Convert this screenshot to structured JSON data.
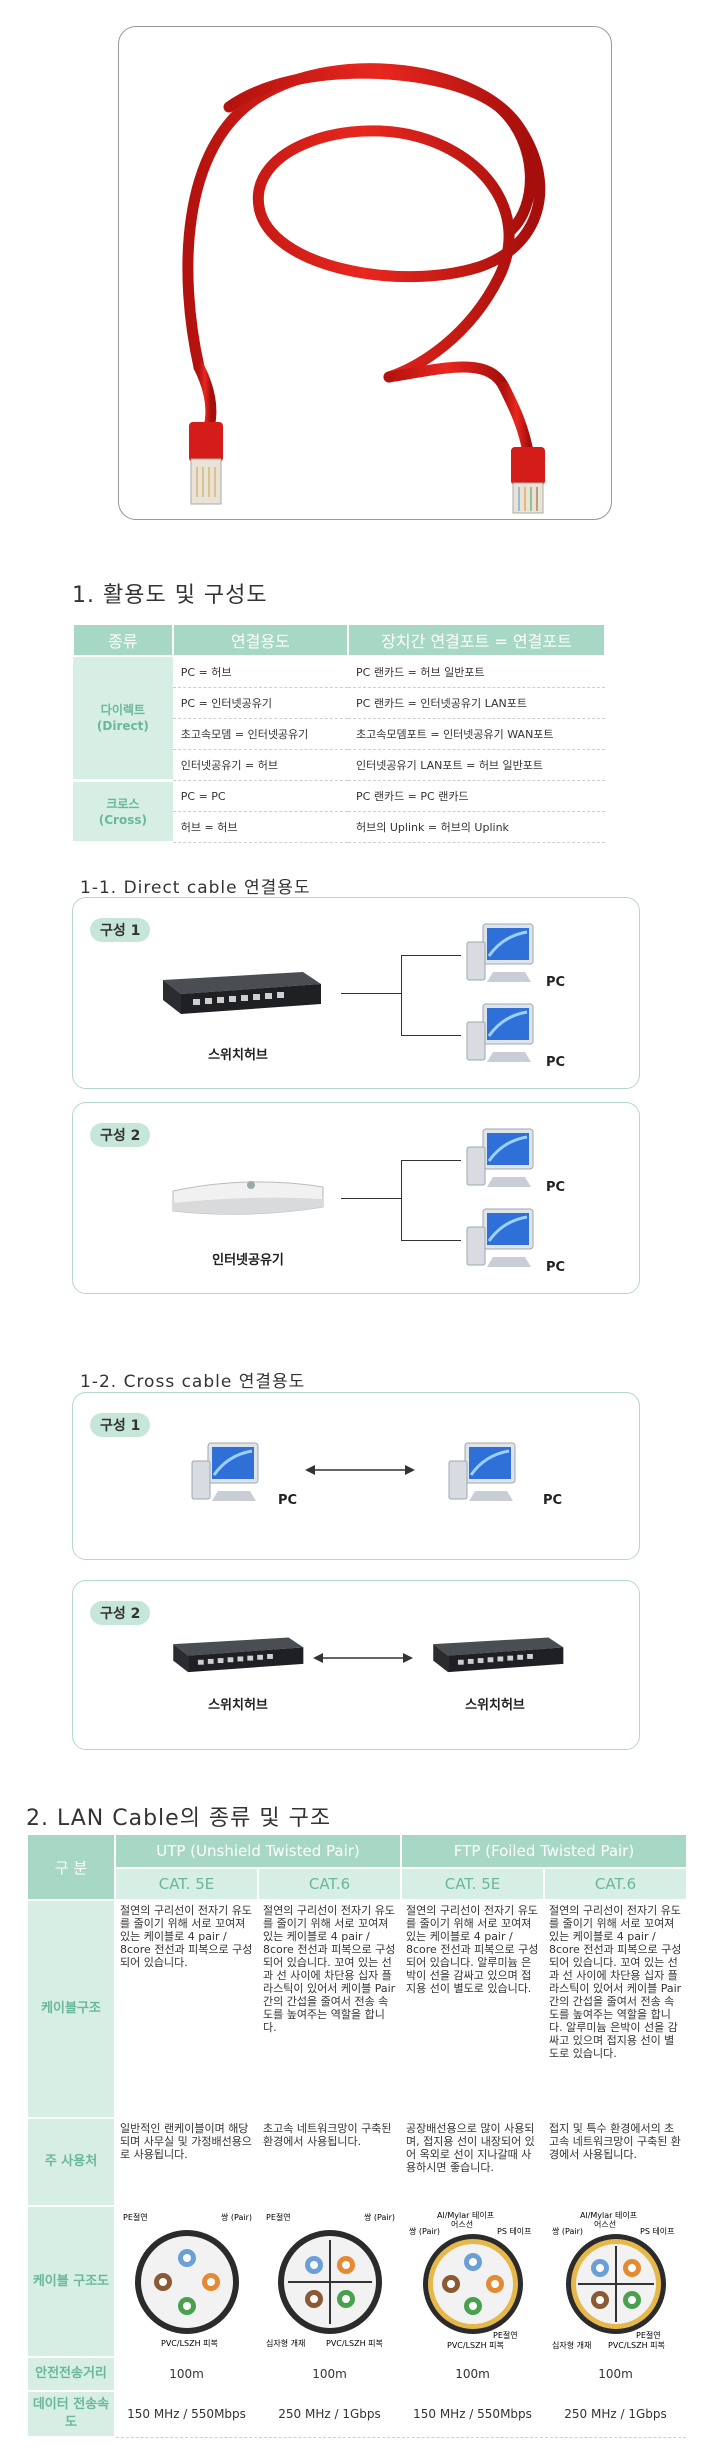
{
  "section1": {
    "title": "1. 활용도 및 구성도",
    "table": {
      "headers": [
        "종류",
        "연결용도",
        "장치간 연결포트 = 연결포트"
      ],
      "direct_label": "다이렉트",
      "direct_label_en": "(Direct)",
      "cross_label": "크로스",
      "cross_label_en": "(Cross)",
      "direct_rows": [
        [
          "PC = 허브",
          "PC 랜카드 = 허브 일반포트"
        ],
        [
          "PC = 인터넷공유기",
          "PC 랜카드 = 인터넷공유기 LAN포트"
        ],
        [
          "초고속모뎀 = 인터넷공유기",
          "초고속모뎀포트 = 인터넷공유기 WAN포트"
        ],
        [
          "인터넷공유기 = 허브",
          "인터넷공유기 LAN포트 = 허브 일반포트"
        ]
      ],
      "cross_rows": [
        [
          "PC = PC",
          "PC 랜카드 = PC 랜카드"
        ],
        [
          "허브 = 허브",
          "허브의 Uplink = 허브의 Uplink"
        ]
      ]
    }
  },
  "direct": {
    "title": "1-1. Direct cable 연결용도",
    "config1": {
      "pill": "구성 1",
      "device": "스위치허브",
      "pc1": "PC",
      "pc2": "PC"
    },
    "config2": {
      "pill": "구성 2",
      "device": "인터넷공유기",
      "pc1": "PC",
      "pc2": "PC"
    }
  },
  "cross": {
    "title": "1-2. Cross cable 연결용도",
    "config1": {
      "pill": "구성 1",
      "pc1": "PC",
      "pc2": "PC"
    },
    "config2": {
      "pill": "구성 2",
      "dev1": "스위치허브",
      "dev2": "스위치허브"
    }
  },
  "section2": {
    "title": "2. LAN Cable의 종류 및 구조",
    "col_header": "구 분",
    "utp": "UTP (Unshield Twisted Pair)",
    "ftp": "FTP (Foiled Twisted Pair)",
    "cats": [
      "CAT. 5E",
      "CAT.6",
      "CAT. 5E",
      "CAT.6"
    ],
    "row_structure": "케이블구조",
    "structure": [
      "절연의 구리선이 전자기 유도를 줄이기 위해 서로 꼬여져 있는 케이블로 4 pair / 8core 전선과 피복으로 구성되어 있습니다.",
      "절연의 구리선이 전자기 유도를 줄이기 위해 서로 꼬여져 있는 케이블로 4 pair / 8core 전선과 피복으로 구성되어 있습니다. 꼬여 있는 선과 선 사이에 차단용 십자 플라스틱이 있어서 케이블 Pair 간의 간섭을 줄여서 전송 속도를 높여주는 역할을 합니다.",
      "절연의 구리선이 전자기 유도를 줄이기 위해 서로 꼬여져 있는 케이블로 4 pair / 8core 전선과 피복으로 구성되어 있습니다. 알루미늄 은박이 선을 감싸고 있으며 접지용 선이 별도로 있습니다.",
      "절연의 구리선이 전자기 유도를 줄이기 위해 서로 꼬여져 있는 케이블로 4 pair / 8core 전선과 피복으로 구성되어 있습니다. 꼬여 있는 선과 선 사이에 차단용 십자 플라스틱이 있어서 케이블 Pair 간의 간섭을 줄여서 전송 속도를 높여주는 역할을 합니다. 알루미늄 은박이 선을 감싸고 있으며 접지용 선이 별도로 있습니다."
    ],
    "row_usage": "주 사용처",
    "usage": [
      "일반적인 랜케이블이며 해당되며 사무실 및 가정배선용으로 사용됩니다.",
      "초고속 네트워크망이 구축된 환경에서 사용됩니다.",
      "공장배선용으로 많이 사용되며, 접지용 선이 내장되어 있어 옥외로 선이 지나갈때 사용하시면 좋습니다.",
      "접지 및 특수 환경에서의 초고속 네트워크망이 구축된 환경에서 사용됩니다."
    ],
    "row_diagram": "케이블 구조도",
    "diagram_labels": {
      "pe": "PE절연",
      "pair": "쌍 (Pair)",
      "pvc": "PVC/LSZH 피복",
      "cross_sep": "십자형 개재",
      "foil": "Al/Mylar 테이프",
      "drain": "어스선",
      "ps": "PS 테이프"
    },
    "row_distance": "안전전송거리",
    "distance": [
      "100m",
      "100m",
      "100m",
      "100m"
    ],
    "row_speed": "데이터 전송속도",
    "speed": [
      "150 MHz / 550Mbps",
      "250 MHz / 1Gbps",
      "150 MHz / 550Mbps",
      "250 MHz / 1Gbps"
    ]
  },
  "colors": {
    "accent": "#a7d8c5",
    "accent_light": "#d7eee4",
    "accent_text": "#69b89c",
    "cable_red": "#e0201b"
  }
}
